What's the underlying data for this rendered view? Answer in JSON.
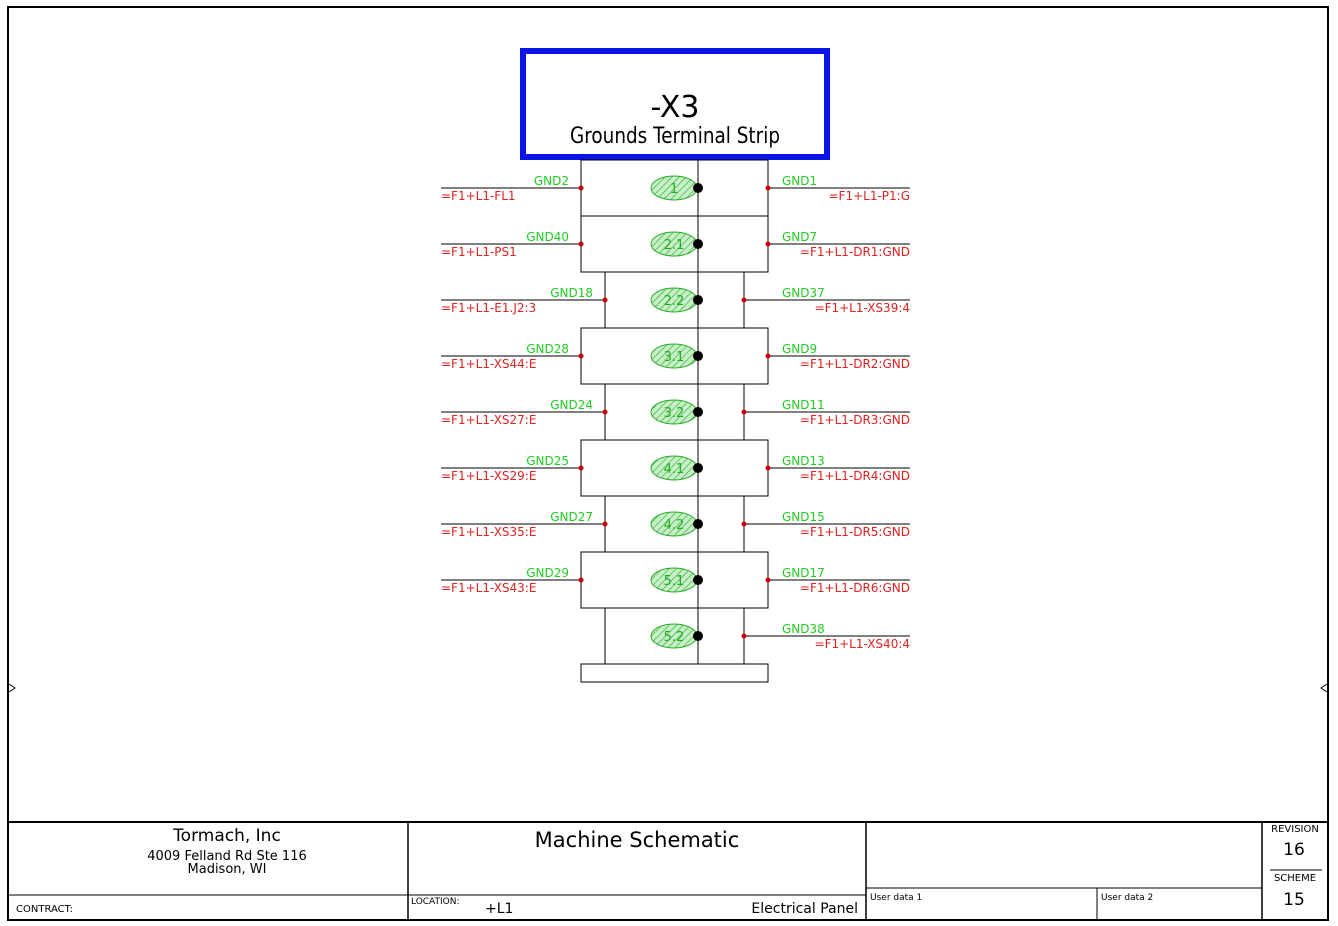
{
  "header": {
    "designation": "-X3",
    "name": "Grounds Terminal Strip"
  },
  "terminals": [
    {
      "num": "1",
      "left_net": "GND2",
      "left_ref": "=F1+L1-FL1",
      "right_net": "GND1",
      "right_ref": "=F1+L1-P1:G",
      "wide": true
    },
    {
      "num": "2.1",
      "left_net": "GND40",
      "left_ref": "=F1+L1-PS1",
      "right_net": "GND7",
      "right_ref": "=F1+L1-DR1:GND",
      "wide": true
    },
    {
      "num": "2.2",
      "left_net": "GND18",
      "left_ref": "=F1+L1-E1.J2:3",
      "right_net": "GND37",
      "right_ref": "=F1+L1-XS39:4",
      "wide": false
    },
    {
      "num": "3.1",
      "left_net": "GND28",
      "left_ref": "=F1+L1-XS44:E",
      "right_net": "GND9",
      "right_ref": "=F1+L1-DR2:GND",
      "wide": true
    },
    {
      "num": "3.2",
      "left_net": "GND24",
      "left_ref": "=F1+L1-XS27:E",
      "right_net": "GND11",
      "right_ref": "=F1+L1-DR3:GND",
      "wide": false
    },
    {
      "num": "4.1",
      "left_net": "GND25",
      "left_ref": "=F1+L1-XS29:E",
      "right_net": "GND13",
      "right_ref": "=F1+L1-DR4:GND",
      "wide": true
    },
    {
      "num": "4.2",
      "left_net": "GND27",
      "left_ref": "=F1+L1-XS35:E",
      "right_net": "GND15",
      "right_ref": "=F1+L1-DR5:GND",
      "wide": false
    },
    {
      "num": "5.1",
      "left_net": "GND29",
      "left_ref": "=F1+L1-XS43:E",
      "right_net": "GND17",
      "right_ref": "=F1+L1-DR6:GND",
      "wide": true
    },
    {
      "num": "5.2",
      "left_net": "",
      "left_ref": "",
      "right_net": "GND38",
      "right_ref": "=F1+L1-XS40:4",
      "wide": false
    }
  ],
  "title_block": {
    "company": "Tormach, Inc",
    "address1": "4009 Felland Rd Ste 116",
    "address2": "Madison, WI",
    "contract_label": "CONTRACT:",
    "title": "Machine Schematic",
    "location_label": "LOCATION:",
    "location_value": "+L1",
    "location_desc": "Electrical Panel",
    "user_data1_label": "User data 1",
    "user_data2_label": "User data 2",
    "revision_label": "REVISION",
    "revision_value": "16",
    "scheme_label": "SCHEME",
    "scheme_value": "15"
  },
  "colors": {
    "header_border": "#0a14e6",
    "net_label": "#22cc22",
    "ref_label": "#dd2222",
    "terminal_fill": "#c8f0c8",
    "junction": "#000000",
    "connection_dot": "#cc0000"
  }
}
